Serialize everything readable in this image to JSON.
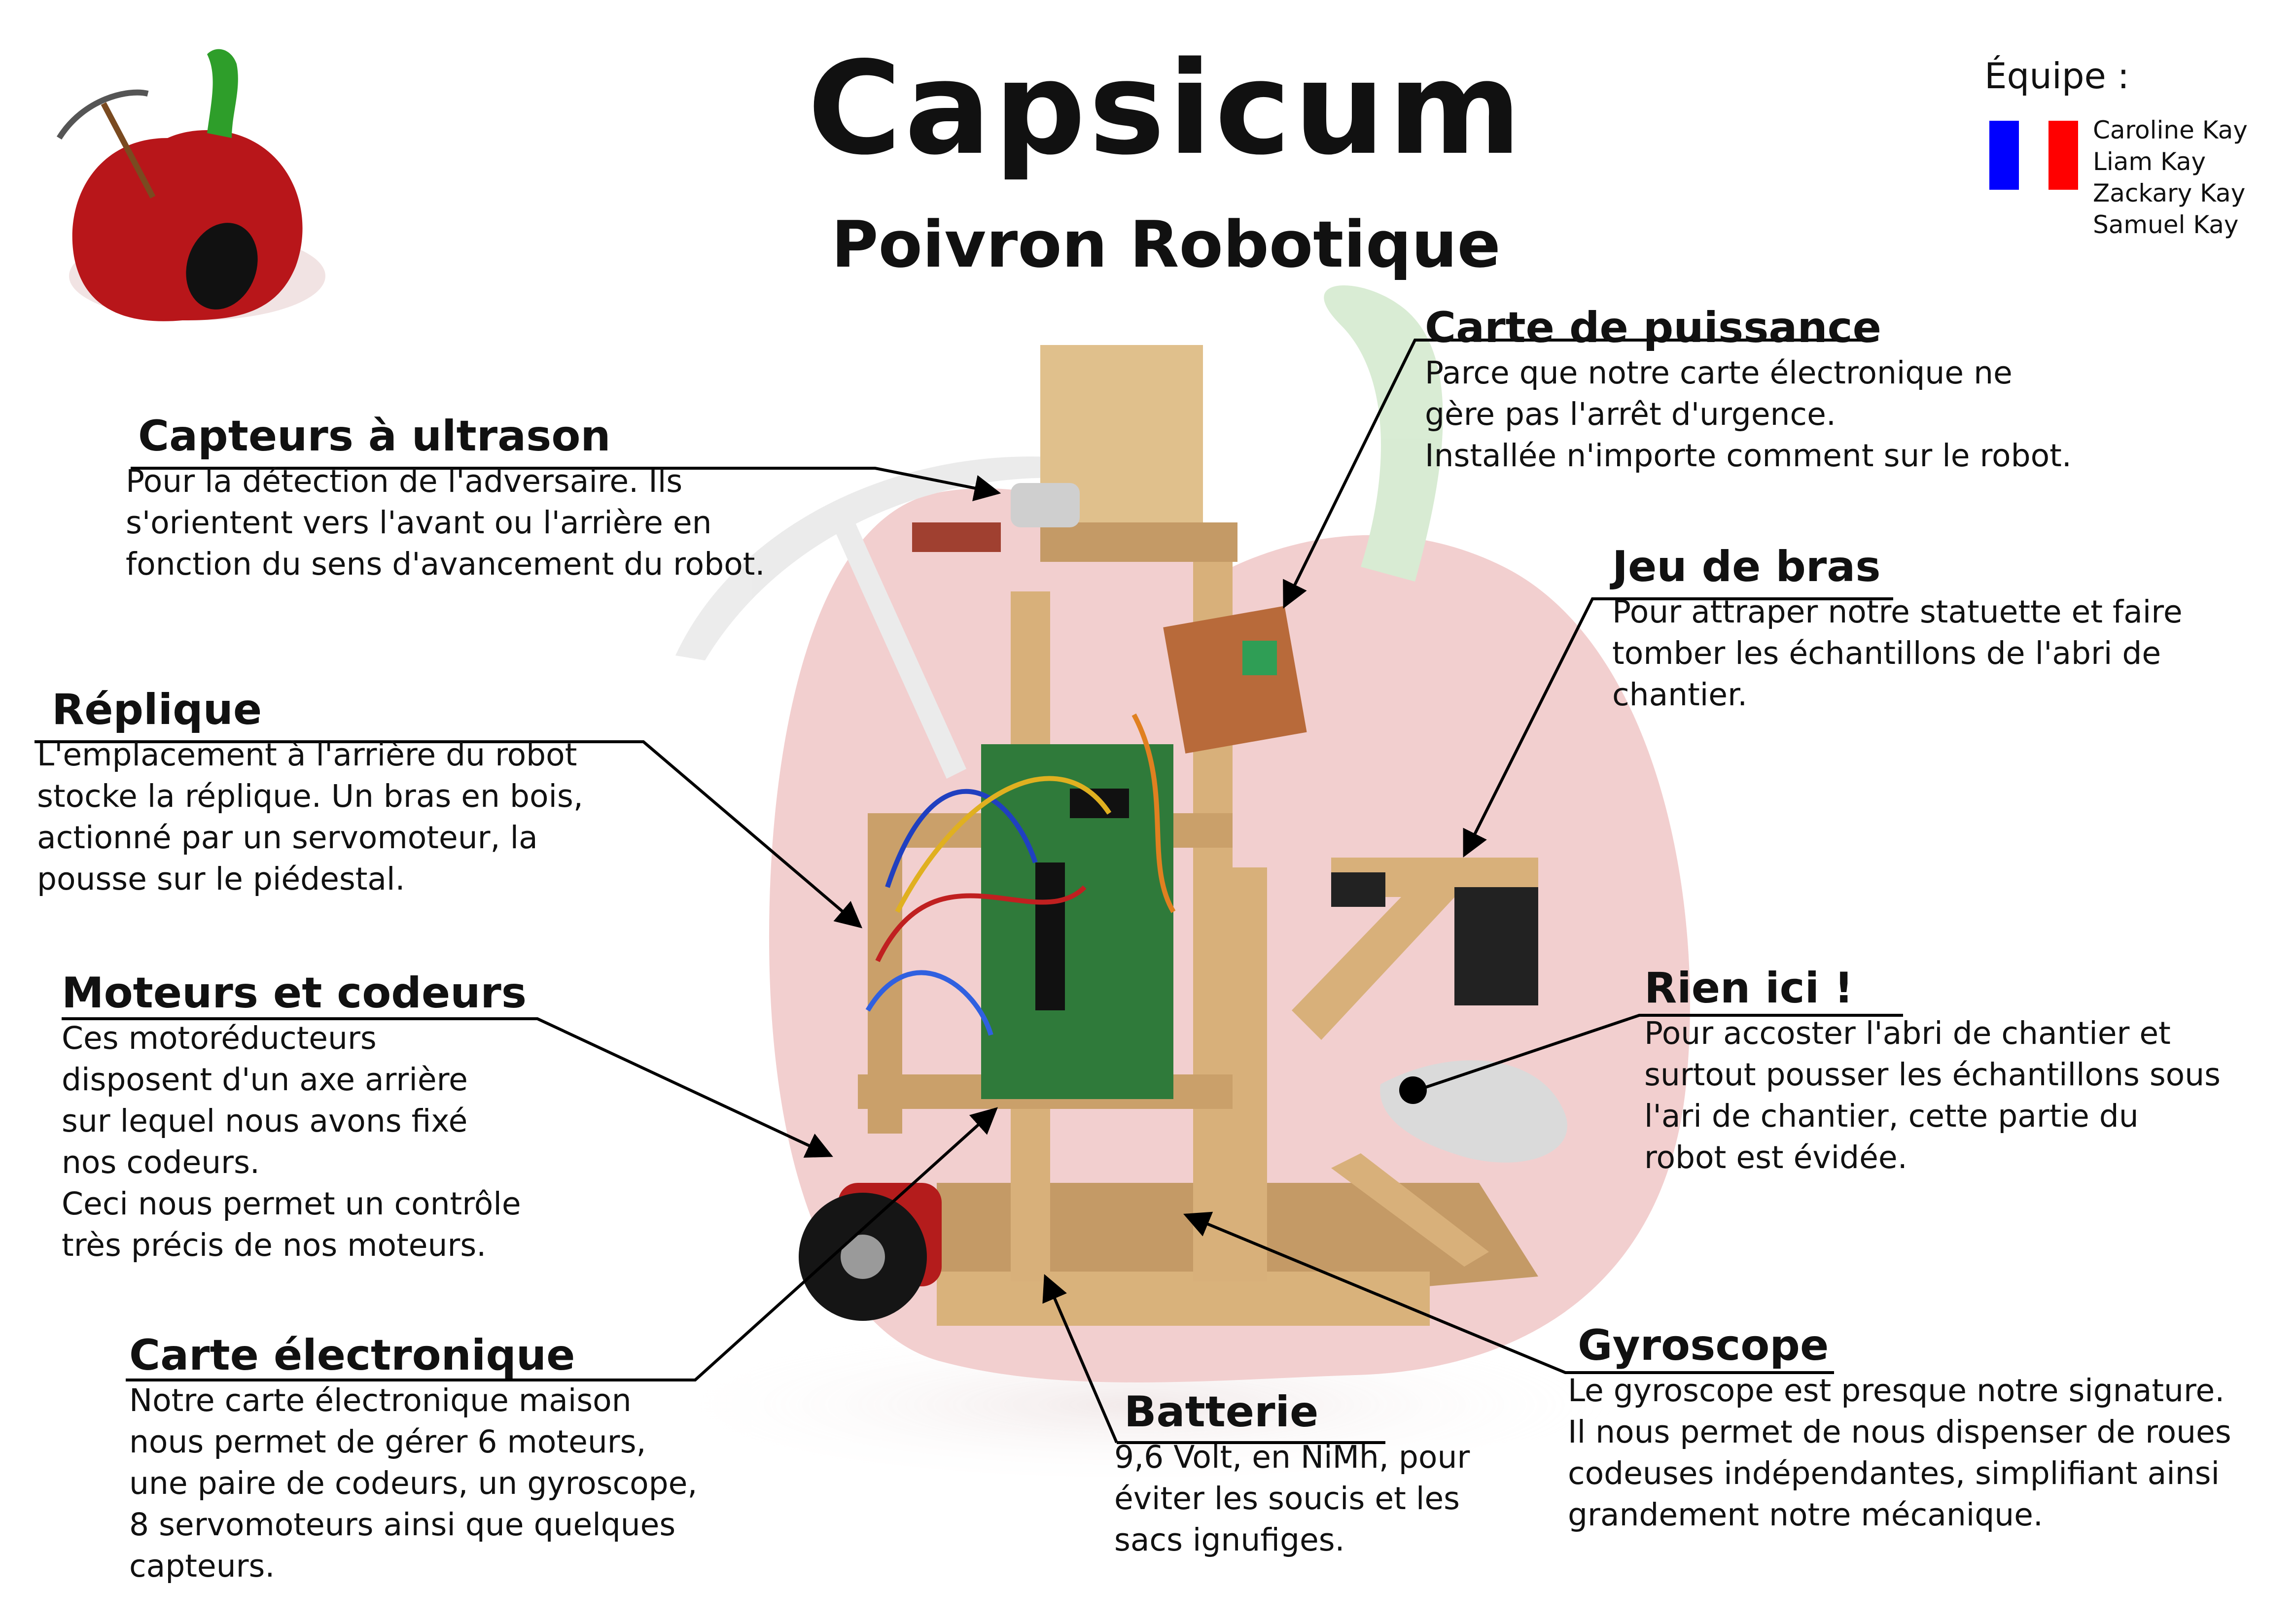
{
  "title": "Capsicum",
  "subtitle": "Poivron Robotique",
  "team": {
    "heading": "Équipe :",
    "members": [
      "Caroline Kay",
      "Liam Kay",
      "Zackary Kay",
      "Samuel Kay"
    ],
    "flag_colors": [
      "#0000ff",
      "#ffffff",
      "#ff0000"
    ]
  },
  "colors": {
    "pepper_red": "#b8161a",
    "pepper_stem": "#2e9e2a",
    "wood": "#d8b07a",
    "pcb": "#2f7a3a"
  },
  "callouts": [
    {
      "title": "Capteurs à ultrason",
      "text": "Pour la détection de l'adversaire. Ils\ns'orientent vers l'avant ou l'arrière en\nfonction du sens d'avancement du robot."
    },
    {
      "title": "Réplique",
      "text": "L'emplacement à l'arrière du robot\nstocke la réplique. Un bras en bois,\nactionné par un servomoteur, la\npousse sur le piédestal."
    },
    {
      "title": "Moteurs et codeurs",
      "text": "Ces motoréducteurs\ndisposent d'un axe arrière\nsur lequel nous avons fixé\nnos codeurs.\nCeci nous permet un contrôle\ntrès précis de nos moteurs."
    },
    {
      "title": "Carte électronique",
      "text": "Notre carte électronique maison\nnous permet de gérer 6 moteurs,\nune paire de codeurs, un gyroscope,\n8 servomoteurs ainsi que quelques\ncapteurs."
    },
    {
      "title": "Batterie",
      "text": "9,6 Volt, en NiMh, pour\néviter les soucis et les\nsacs ignufiges."
    },
    {
      "title": "Carte de puissance",
      "text": "Parce que notre carte électronique ne\ngère pas l'arrêt d'urgence.\nInstallée n'importe comment sur le robot."
    },
    {
      "title": "Jeu de bras",
      "text": "Pour attraper notre statuette et faire\ntomber les échantillons de l'abri de\nchantier."
    },
    {
      "title": "Rien ici !",
      "text": "Pour accoster l'abri de chantier et\nsurtout pousser les échantillons sous\nl'ari de chantier, cette partie du\nrobot est évidée."
    },
    {
      "title": "Gyroscope",
      "text": "Le gyroscope est presque notre signature.\nIl nous permet de nous dispenser de roues\ncodeuses indépendantes, simplifiant ainsi\ngrandement notre mécanique."
    }
  ]
}
